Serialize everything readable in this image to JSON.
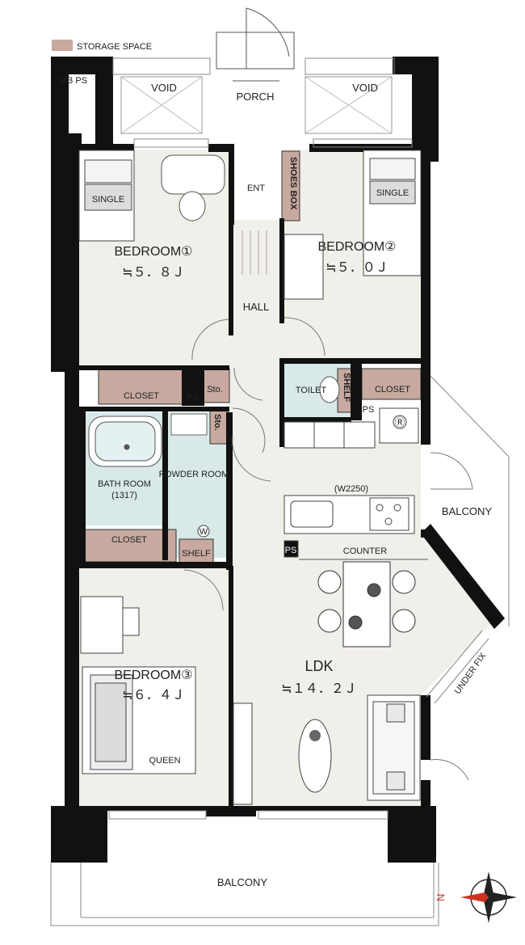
{
  "legend": {
    "storage_space": "STORAGE SPACE",
    "swatch_color": "#c7a99f"
  },
  "colors": {
    "wall": "#111111",
    "floor": "#f1efe9",
    "wet": "#d9e9ea",
    "storage": "#c7a99f"
  },
  "rooms": {
    "mbps": "MB PS",
    "void_left": "VOID",
    "porch": "PORCH",
    "void_right": "VOID",
    "ent": "ENT",
    "shoes_box": "SHOES BOX",
    "single_left": "SINGLE",
    "single_right": "SINGLE",
    "bedroom1": {
      "name": "BEDROOM①",
      "size": "≒５．８Ｊ"
    },
    "bedroom2": {
      "name": "BEDROOM②",
      "size": "≒５．０Ｊ"
    },
    "hall": "HALL",
    "closet1": "CLOSET",
    "ps1": "PS",
    "sto1": "Sto.",
    "toilet": "TOILET",
    "shelf_toilet": "SHELF",
    "closet2": "CLOSET",
    "ps2": "PS",
    "fridge_mark": "Ⓡ",
    "bath_room": "BATH ROOM",
    "bath_size": "(1317)",
    "sto2": "Sto.",
    "powder_room": "POWDER ROOM",
    "kitchen_width": "(W2250)",
    "balcony_side": "BALCONY",
    "closet3": "CLOSET",
    "washer_mark": "W",
    "shelf_powder": "SHELF",
    "ps3": "PS",
    "counter": "COUNTER",
    "under_fix": "UNDER FIX",
    "bedroom3": {
      "name": "BEDROOM③",
      "size": "≒６．４Ｊ"
    },
    "queen": "QUEEN",
    "ldk": {
      "name": "LDK",
      "size": "≒１４．２Ｊ"
    },
    "balcony_bottom": "BALCONY"
  },
  "compass": {
    "north": "N"
  }
}
